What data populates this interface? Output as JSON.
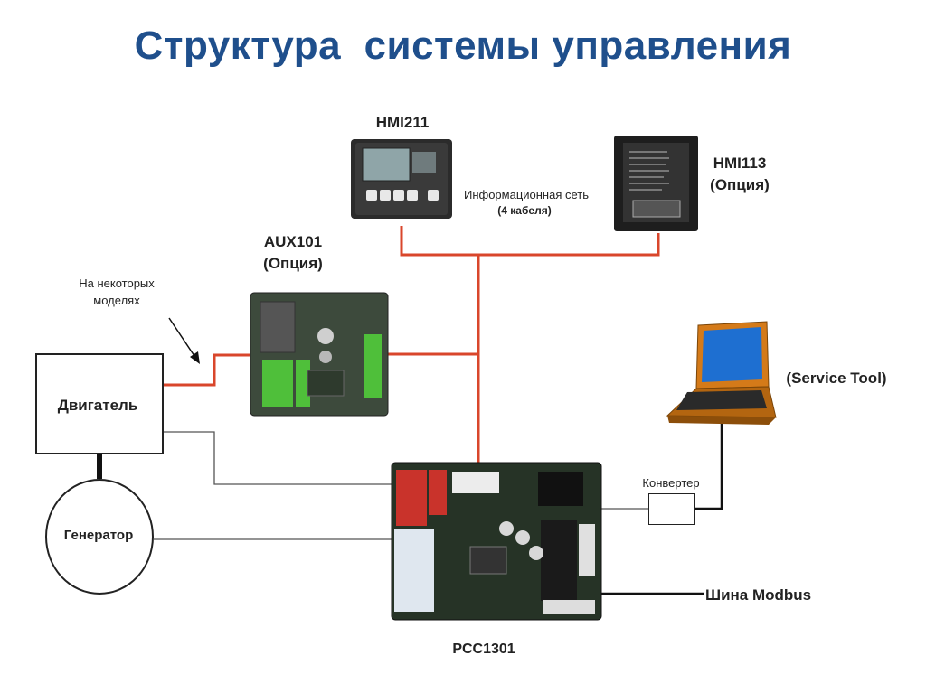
{
  "title": "Структура  системы управления",
  "labels": {
    "hmi211": "HMI211",
    "hmi113_name": "HMI113",
    "hmi113_opt": "(Опция)",
    "aux101_name": "AUX101",
    "aux101_opt": "(Опция)",
    "network_l1": "Информационная сеть",
    "network_l2": "(4 кабеля)",
    "some_models_l1": "На некоторых",
    "some_models_l2": "моделях",
    "engine": "Двигатель",
    "generator": "Генератор",
    "service_tool": "(Service Tool)",
    "converter": "Конвертер",
    "modbus": "Шина Modbus",
    "pcc": "PCC1301"
  },
  "colors": {
    "title": "#1f4f8c",
    "network_wire": "#d9462b",
    "black_wire": "#111111",
    "thin_wire": "#555555"
  }
}
